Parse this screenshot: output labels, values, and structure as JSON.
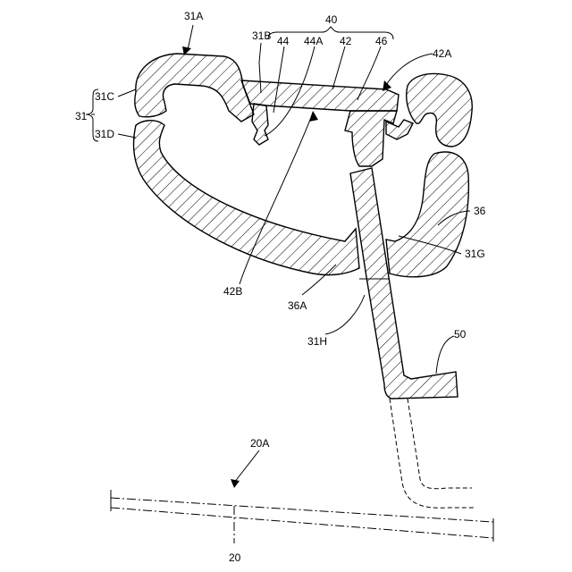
{
  "labels": {
    "l31A": "31A",
    "l31B": "31B",
    "l40": "40",
    "l44": "44",
    "l44A": "44A",
    "l42": "42",
    "l46": "46",
    "l42A": "42A",
    "l31C": "31C",
    "l31": "31",
    "l31D": "31D",
    "l36": "36",
    "l31G": "31G",
    "l42B": "42B",
    "l36A": "36A",
    "l31H": "31H",
    "l50": "50",
    "l20A": "20A",
    "l20": "20"
  }
}
